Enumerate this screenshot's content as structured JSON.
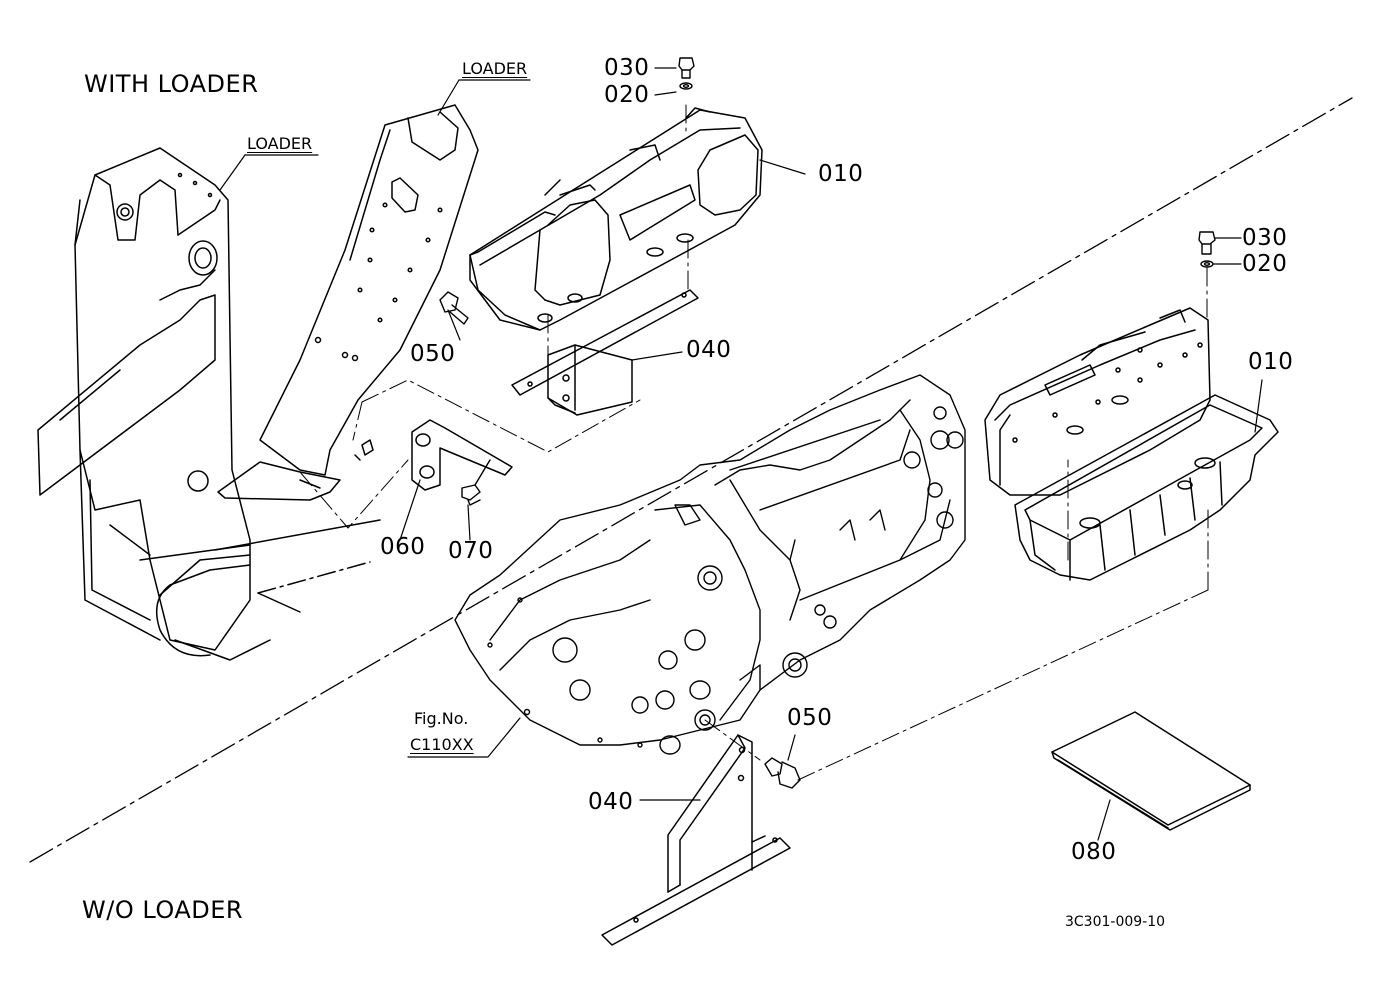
{
  "sections": {
    "with_loader": "WITH LOADER",
    "without_loader": "W/O LOADER"
  },
  "notes": {
    "loader_top": "LOADER",
    "loader_left": "LOADER",
    "fig_label": "Fig.No.",
    "fig_number": "C110XX"
  },
  "parts_with_loader": {
    "p030": "030",
    "p020": "020",
    "p010": "010",
    "p050": "050",
    "p040": "040",
    "p060": "060",
    "p070": "070"
  },
  "parts_without_loader": {
    "p030": "030",
    "p020": "020",
    "p010": "010",
    "p050": "050",
    "p040": "040",
    "p080": "080"
  },
  "drawing_code": "3C301-009-10"
}
